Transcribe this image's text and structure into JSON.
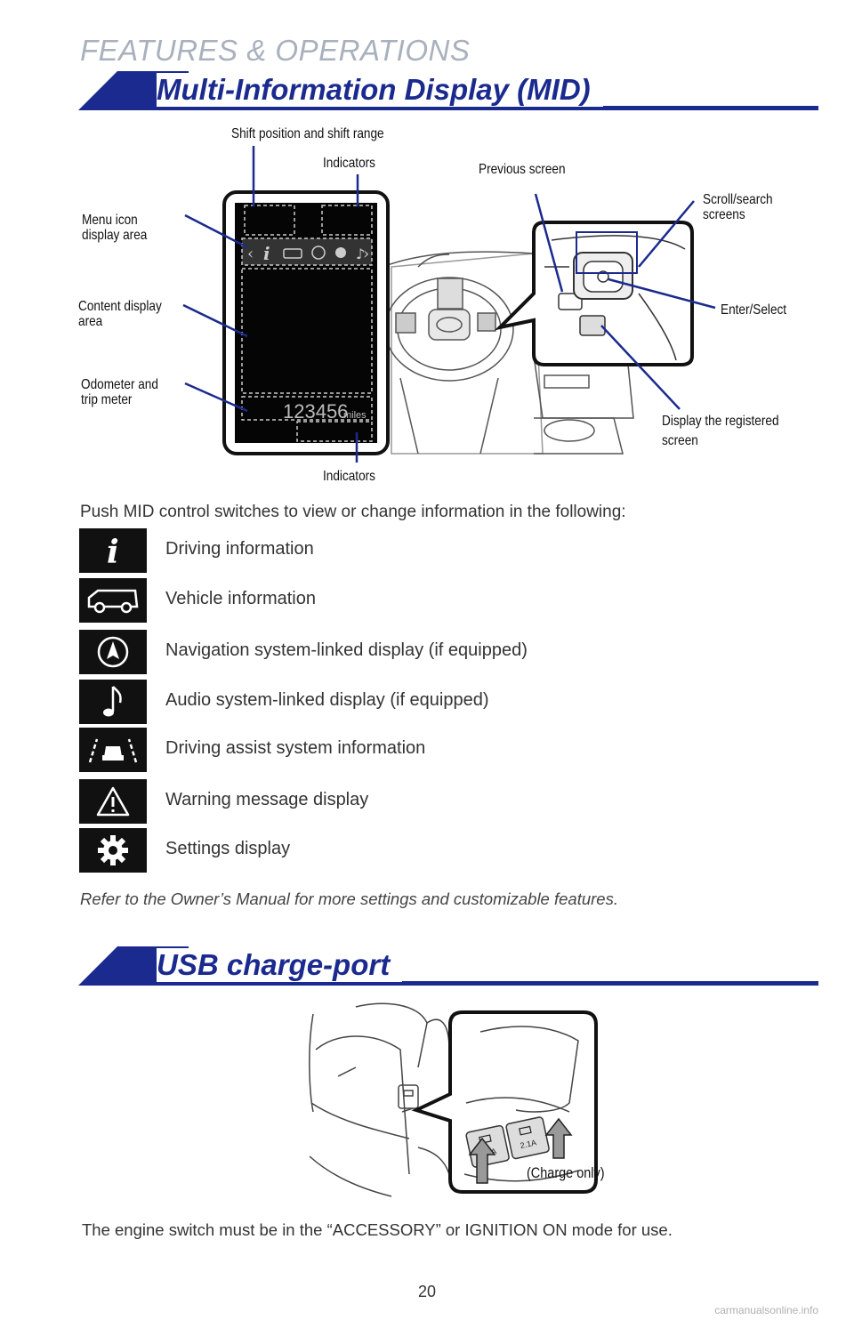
{
  "header": {
    "section_label": "FEATURES & OPERATIONS"
  },
  "mid": {
    "title": "Multi-Information Display (MID)",
    "display_readout": {
      "odometer": "123456",
      "unit": "miles"
    },
    "callouts": {
      "shift_position": "Shift position and shift range",
      "indicators_top": "Indicators",
      "previous_screen": "Previous screen",
      "scroll_search": "Scroll/search\nscreens",
      "menu_icon": "Menu icon\ndisplay area",
      "content_display": "Content display\narea",
      "enter_select": "Enter/Select",
      "odometer": "Odometer and\ntrip meter",
      "display_registered": "Display the registered\nscreen",
      "indicators_bottom": "Indicators"
    },
    "intro": "Push MID control switches to view or change information in the following:",
    "items": [
      {
        "icon": "info-icon",
        "label": "Driving information"
      },
      {
        "icon": "vehicle-icon",
        "label": "Vehicle information"
      },
      {
        "icon": "navigation-icon",
        "label": "Navigation system-linked display (if equipped)"
      },
      {
        "icon": "music-note-icon",
        "label": "Audio system-linked display (if equipped)"
      },
      {
        "icon": "driving-assist-icon",
        "label": "Driving assist system information"
      },
      {
        "icon": "warning-icon",
        "label": "Warning message display"
      },
      {
        "icon": "settings-gear-icon",
        "label": "Settings display"
      }
    ],
    "refer_note": "Refer to the Owner’s Manual for more settings and customizable features."
  },
  "usb": {
    "title": "USB charge-port",
    "port_rating": "2.1A",
    "charge_only_label": "(Charge only)",
    "footnote": "The engine switch must be in the “ACCESSORY” or IGNITION ON mode for use."
  },
  "footer": {
    "page_number": "20",
    "watermark": "carmanualsonline.info"
  },
  "colors": {
    "brand_blue": "#1b2a8e",
    "section_gray": "#a9b1bd",
    "icon_black": "#111111"
  }
}
